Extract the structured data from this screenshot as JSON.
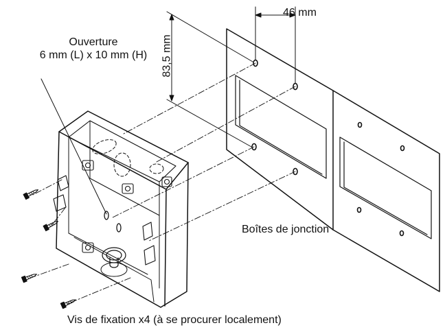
{
  "labels": {
    "opening_title": "Ouverture",
    "opening_size": "6 mm (L) x 10 mm (H)",
    "width_dim": "46 mm",
    "height_dim": "83,5 mm",
    "junction_boxes": "Boîtes de jonction",
    "screws": "Vis de fixation x4 (à se procurer localement)"
  },
  "colors": {
    "line": "#111111",
    "background": "#ffffff"
  }
}
